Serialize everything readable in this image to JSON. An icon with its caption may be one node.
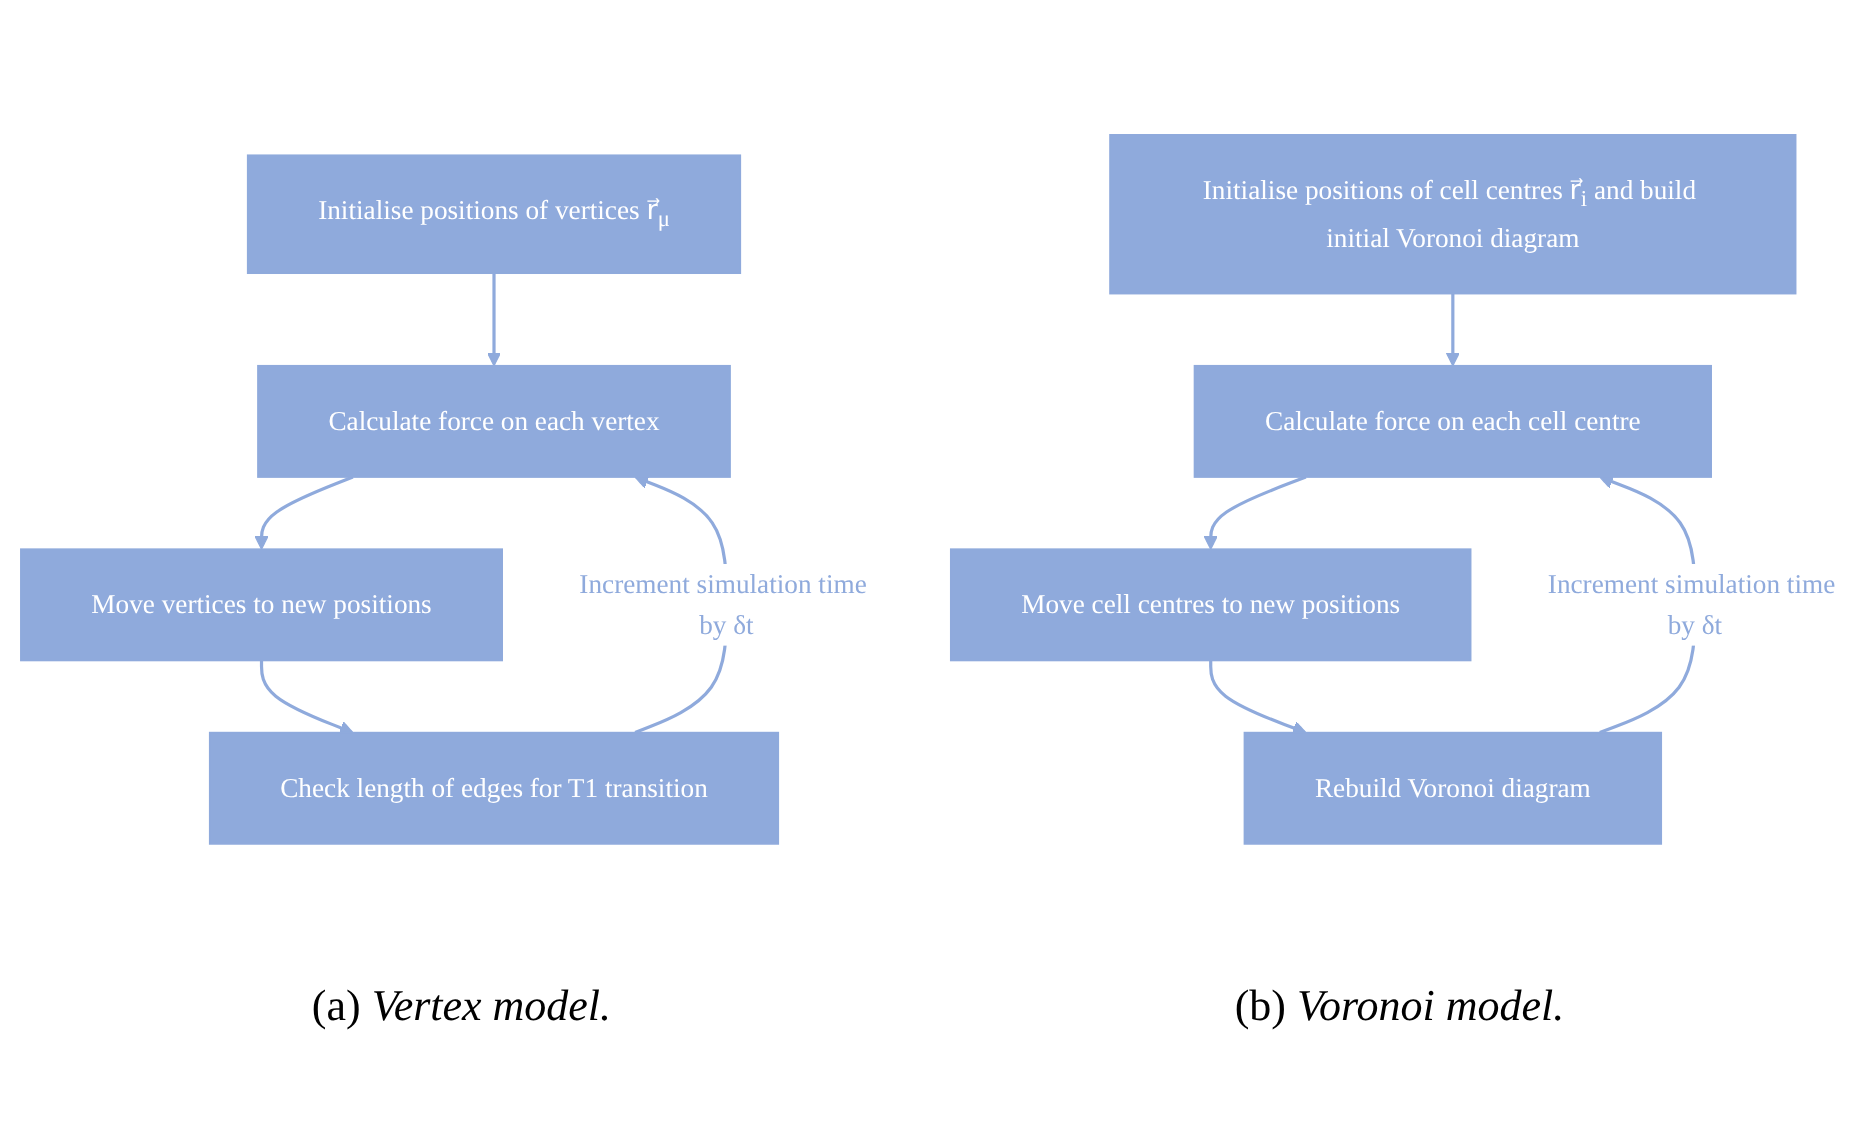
{
  "diagram": {
    "nodes": [
      {
        "text": [
          "Initialise positions of vertices r⃗$_{μ}$"
        ]
      },
      {
        "text": [
          "Calculate force on each vertex"
        ]
      },
      {
        "text": [
          "Move vertices to new positions"
        ]
      },
      {
        "text": [
          "Check length of edges for T1 transition"
        ]
      },
      {
        "text": [
          "Initialise positions of cell centres r⃗$_{i}$ and build initial Voronoi diagram"
        ]
      },
      {
        "text": [
          "Calculate force on each cell centre"
        ]
      },
      {
        "text": [
          "Move cell centres to new positions"
        ]
      },
      {
        "text": [
          "Rebuild Voronoi diagram"
        ]
      }
    ],
    "edges": [
      {
        "from": 0,
        "to": 1,
        "arrow": "to"
      },
      {
        "from": 1,
        "to": 2,
        "arrow": "to"
      },
      {
        "from": 2,
        "to": 3,
        "arrow": "to"
      },
      {
        "from": 3,
        "to": 1,
        "arrow": "to",
        "label": "Increment simulation time by δt"
      },
      {
        "from": 4,
        "to": 5,
        "arrow": "to"
      },
      {
        "from": 5,
        "to": 6,
        "arrow": "to"
      },
      {
        "from": 6,
        "to": 7,
        "arrow": "to"
      },
      {
        "from": 7,
        "to": 5,
        "arrow": "to",
        "label": "Increment simulation time by δt"
      }
    ],
    "labels": [
      "(a) *Vertex model.*",
      "(b) *Voronoi model.*"
    ]
  }
}
